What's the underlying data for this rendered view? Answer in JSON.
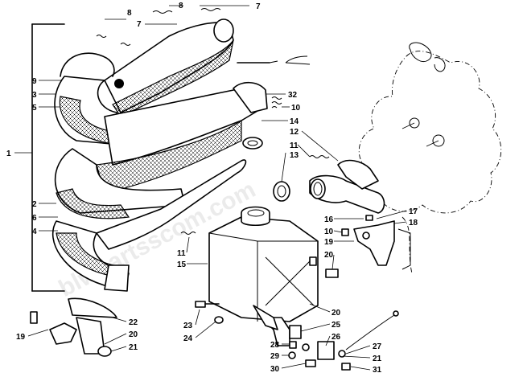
{
  "watermark": "blwpartsscom.com",
  "callouts": [
    {
      "id": "c8a",
      "label": "8"
    },
    {
      "id": "c8b",
      "label": "8"
    },
    {
      "id": "c7a",
      "label": "7"
    },
    {
      "id": "c7b",
      "label": "7"
    },
    {
      "id": "c9",
      "label": "9"
    },
    {
      "id": "c3",
      "label": "3"
    },
    {
      "id": "c5",
      "label": "5"
    },
    {
      "id": "c1",
      "label": "1"
    },
    {
      "id": "c2",
      "label": "2"
    },
    {
      "id": "c6",
      "label": "6"
    },
    {
      "id": "c4",
      "label": "4"
    },
    {
      "id": "c32",
      "label": "32"
    },
    {
      "id": "c10a",
      "label": "10"
    },
    {
      "id": "c14",
      "label": "14"
    },
    {
      "id": "c12",
      "label": "12"
    },
    {
      "id": "c11a",
      "label": "11"
    },
    {
      "id": "c13",
      "label": "13"
    },
    {
      "id": "c16",
      "label": "16"
    },
    {
      "id": "c17",
      "label": "17"
    },
    {
      "id": "c18",
      "label": "18"
    },
    {
      "id": "c10b",
      "label": "10"
    },
    {
      "id": "c19a",
      "label": "19"
    },
    {
      "id": "c20a",
      "label": "20"
    },
    {
      "id": "c11b",
      "label": "11"
    },
    {
      "id": "c15",
      "label": "15"
    },
    {
      "id": "c22",
      "label": "22"
    },
    {
      "id": "c19b",
      "label": "19"
    },
    {
      "id": "c20b",
      "label": "20"
    },
    {
      "id": "c21a",
      "label": "21"
    },
    {
      "id": "c23",
      "label": "23"
    },
    {
      "id": "c24",
      "label": "24"
    },
    {
      "id": "c20c",
      "label": "20"
    },
    {
      "id": "c25",
      "label": "25"
    },
    {
      "id": "c26",
      "label": "26"
    },
    {
      "id": "c28",
      "label": "28"
    },
    {
      "id": "c29",
      "label": "29"
    },
    {
      "id": "c30",
      "label": "30"
    },
    {
      "id": "c27",
      "label": "27"
    },
    {
      "id": "c21b",
      "label": "21"
    },
    {
      "id": "c31",
      "label": "31"
    }
  ]
}
